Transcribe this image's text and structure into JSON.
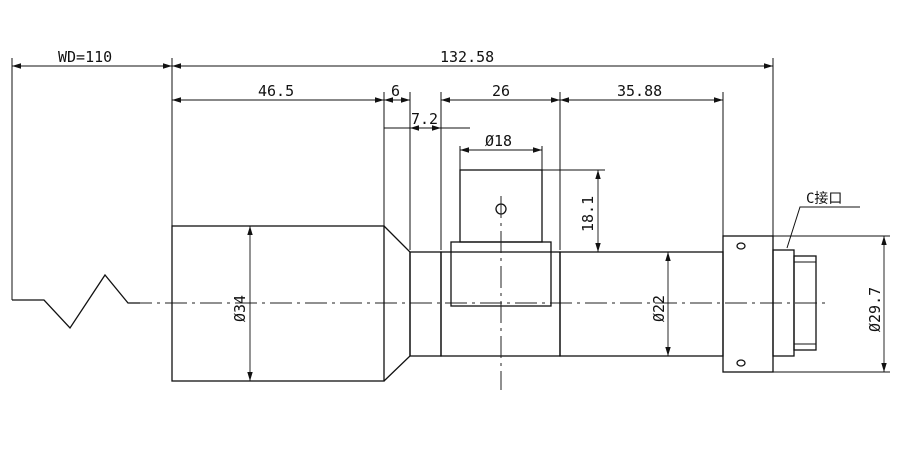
{
  "diagram": {
    "dimensions": {
      "wd": "WD=110",
      "total_length": "132.58",
      "front_length": "46.5",
      "neck_length": "6",
      "step_length": "7.2",
      "body_length": "26",
      "rear_length": "35.88",
      "port_diameter": "Ø18",
      "port_height": "18.1",
      "front_diameter": "Ø34",
      "rear_diameter": "Ø22",
      "mount_diameter": "Ø29.7"
    },
    "mount_label": "C接口"
  }
}
